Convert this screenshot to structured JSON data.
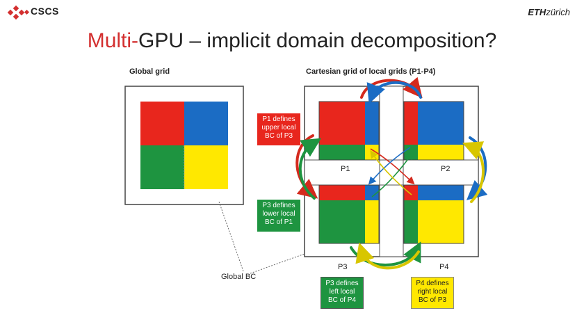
{
  "header": {
    "logo_text": "CSCS",
    "eth_bold": "ETH",
    "eth_rest": "zürich"
  },
  "title": {
    "accent": "Multi-",
    "rest": "GPU – implicit domain decomposition?"
  },
  "labels": {
    "global_grid": "Global grid",
    "cartesian": "Cartesian grid of local grids (P1-P4)",
    "global_bc": "Global BC",
    "p1": "P1",
    "p2": "P2",
    "p3": "P3",
    "p4": "P4"
  },
  "callouts": {
    "p1_upper": "P1 defines upper local BC of P3",
    "p3_lower": "P3 defines lower local BC of P1",
    "p3_left": "P3 defines left local BC of P4",
    "p4_right": "P4 defines right local BC of P3"
  },
  "colors": {
    "red": "#e8261d",
    "blue": "#1b6cc4",
    "green": "#1e9440",
    "yellow": "#ffe800",
    "accent": "#d32f2f"
  }
}
